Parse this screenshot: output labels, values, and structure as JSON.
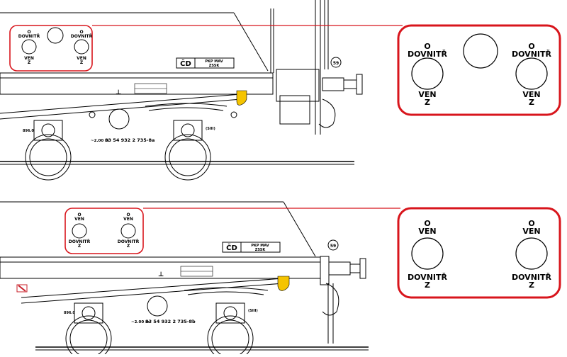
{
  "colors": {
    "highlight_border": "#d8151c",
    "line": "#000000",
    "coupler": "#f5c400",
    "marker": "#c8202a"
  },
  "top_wagon": {
    "panel_small": {
      "top_left": {
        "line1": "O",
        "line2": "DOVNITŘ",
        "bottom1": "VEN",
        "bottom2": "Z"
      },
      "top_right": {
        "line1": "O",
        "line2": "DOVNITŘ",
        "bottom1": "VEN",
        "bottom2": "Z"
      }
    },
    "panel_zoom": {
      "left": {
        "line1": "O",
        "line2": "DOVNITŘ",
        "bottom1": "VEN",
        "bottom2": "Z"
      },
      "right": {
        "line1": "O",
        "line2": "DOVNITŘ",
        "bottom1": "VEN",
        "bottom2": "Z"
      }
    },
    "owner_mark": "ČD",
    "owner_codes_line1": "PKP  MAV",
    "owner_codes_line2": "ZSSK",
    "number": "83 54 932 2 735-8a",
    "min_radius": "~2.00 m",
    "left_code": "896.0",
    "right_code": "(SIII)",
    "speed_circle": "59"
  },
  "bottom_wagon": {
    "panel_small": {
      "left": {
        "line1": "O",
        "line2": "VEN",
        "bottom1": "DOVNITŘ",
        "bottom2": "Z"
      },
      "right": {
        "line1": "O",
        "line2": "VEN",
        "bottom1": "DOVNITŘ",
        "bottom2": "Z"
      }
    },
    "panel_zoom": {
      "left": {
        "line1": "O",
        "line2": "VEN",
        "bottom1": "DOVNITŘ",
        "bottom2": "Z"
      },
      "right": {
        "line1": "O",
        "line2": "VEN",
        "bottom1": "DOVNITŘ",
        "bottom2": "Z"
      }
    },
    "owner_mark": "ČD",
    "owner_codes_line1": "PKP  MAV",
    "owner_codes_line2": "ZSSK",
    "number": "83 54 932 2 735-8b",
    "min_radius": "~2.00 m",
    "left_code": "896.0",
    "right_code": "(SIII)",
    "speed_circle": "59"
  }
}
